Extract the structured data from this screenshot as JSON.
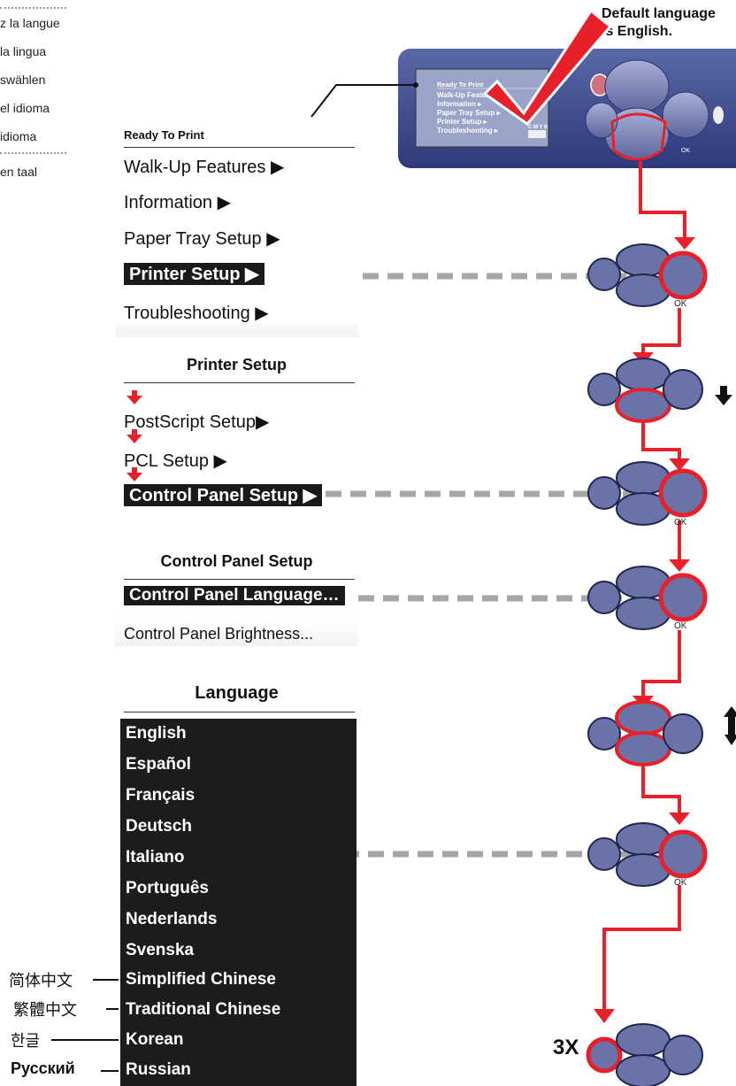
{
  "intro_lines": [
    "z la langue",
    "la lingua",
    "swählen",
    "el idioma",
    "idioma",
    "en taal"
  ],
  "default_note": {
    "line1": "Default language",
    "line2": "is English."
  },
  "device_screen": {
    "title": "Ready To Print",
    "items": [
      "Walk-Up Features ▸",
      "Information ▸",
      "Paper Tray Setup ▸",
      "Printer Setup ▸",
      "Troubleshooting ▸"
    ],
    "cmyk": "C M Y K",
    "ok": "OK"
  },
  "panel1": {
    "title": "Ready To Print",
    "items": [
      "Walk-Up Features ▶",
      "Information ▶",
      "Paper Tray Setup ▶",
      "Printer Setup ▶",
      "Troubleshooting ▶"
    ]
  },
  "panel2": {
    "title": "Printer Setup",
    "items": [
      "PostScript Setup▶",
      "PCL Setup ▶",
      "Control Panel Setup ▶"
    ]
  },
  "panel3": {
    "title": "Control Panel Setup",
    "items": [
      "Control Panel Language…",
      "Control Panel Brightness..."
    ]
  },
  "panel4": {
    "title": "Language",
    "languages": [
      "English",
      "Español",
      "Français",
      "Deutsch",
      "Italiano",
      "Português",
      "Nederlands",
      "Svenska",
      "Simplified Chinese",
      "Traditional Chinese",
      "Korean",
      "Russian"
    ]
  },
  "native_names": {
    "simplified": "简体中文",
    "traditional": "繁體中文",
    "korean": "한글",
    "russian": "Русский"
  },
  "ok_label": "OK",
  "repeat_label": "3X",
  "colors": {
    "accent": "#e8202a",
    "button": "#6a73a8",
    "panel": "#3d4a8a",
    "dash": "#a6a6a6"
  }
}
